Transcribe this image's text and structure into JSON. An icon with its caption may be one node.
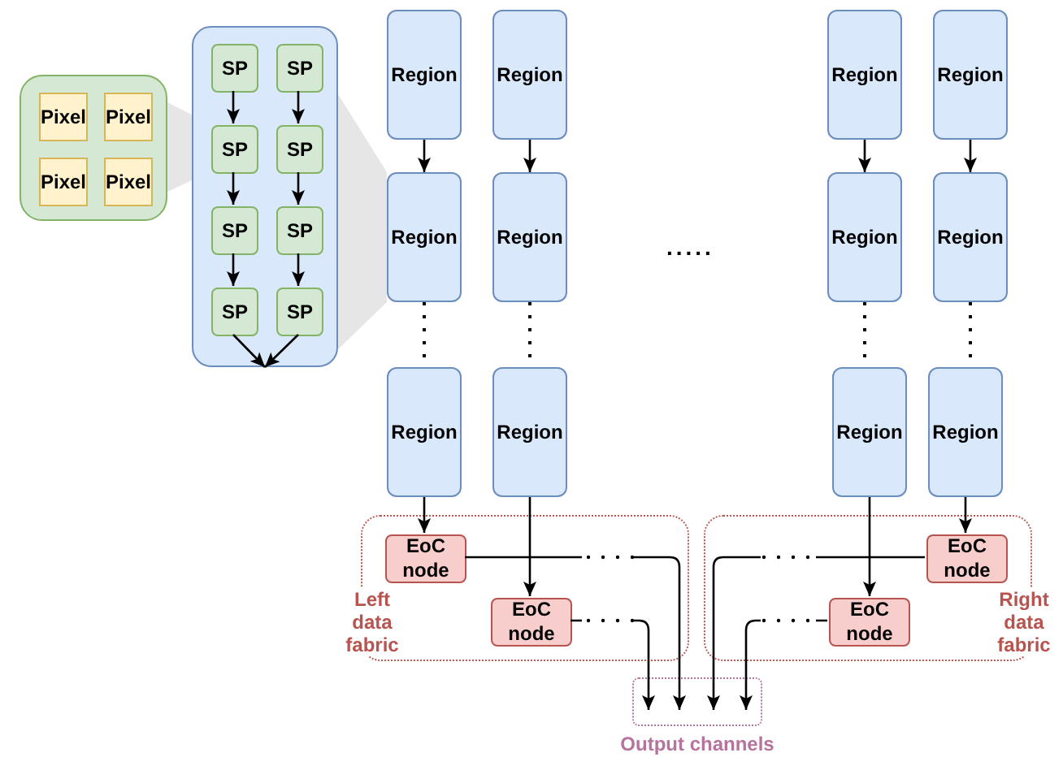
{
  "diagram": {
    "nodes": [
      {
        "text": [],
        "shape": "box"
      },
      {
        "text": [
          "Pixel"
        ],
        "in": 0
      },
      {
        "text": [
          "Pixel"
        ],
        "in": 0
      },
      {
        "text": [
          "Pixel"
        ],
        "in": 0
      },
      {
        "text": [
          "Pixel"
        ],
        "in": 0
      },
      {
        "text": [],
        "shape": "box"
      },
      {
        "text": [
          "SP"
        ],
        "in": 5
      },
      {
        "text": [
          "SP"
        ],
        "in": 5
      },
      {
        "text": [
          "SP"
        ],
        "in": 5
      },
      {
        "text": [
          "SP"
        ],
        "in": 5
      },
      {
        "text": [
          "SP"
        ],
        "in": 5
      },
      {
        "text": [
          "SP"
        ],
        "in": 5
      },
      {
        "text": [
          "SP"
        ],
        "in": 5
      },
      {
        "text": [
          "SP"
        ],
        "in": 5
      },
      {
        "text": [
          "Region"
        ]
      },
      {
        "text": [
          "Region"
        ]
      },
      {
        "text": [
          "Region"
        ]
      },
      {
        "text": [
          "Region"
        ]
      },
      {
        "text": [
          "Region"
        ]
      },
      {
        "text": [
          "Region"
        ]
      },
      {
        "text": [
          "Region"
        ]
      },
      {
        "text": [
          "Region"
        ]
      },
      {
        "text": [
          "Region"
        ]
      },
      {
        "text": [
          "Region"
        ]
      },
      {
        "text": [
          "Region"
        ]
      },
      {
        "text": [
          "Region"
        ]
      },
      {
        "text": [
          "Left data fabric"
        ]
      },
      {
        "text": [
          "EoC node"
        ],
        "in": 26
      },
      {
        "text": [
          "EoC node"
        ],
        "in": 26
      },
      {
        "text": [
          "Right data fabric"
        ]
      },
      {
        "text": [
          "EoC node"
        ],
        "in": 29
      },
      {
        "text": [
          "EoC node"
        ],
        "in": 29
      },
      {
        "text": [
          "Output channels"
        ]
      }
    ],
    "edges": [
      {
        "from": 6,
        "to": 8,
        "arrow": "to"
      },
      {
        "from": 8,
        "to": 10,
        "arrow": "to"
      },
      {
        "from": 10,
        "to": 12,
        "arrow": "to"
      },
      {
        "from": 7,
        "to": 9,
        "arrow": "to"
      },
      {
        "from": 9,
        "to": 11,
        "arrow": "to"
      },
      {
        "from": 11,
        "to": 13,
        "arrow": "to"
      },
      {
        "from": 12,
        "to": 5,
        "arrow": "to"
      },
      {
        "from": 13,
        "to": 5,
        "arrow": "to"
      },
      {
        "from": 14,
        "to": 18,
        "arrow": "to"
      },
      {
        "from": 15,
        "to": 19,
        "arrow": "to"
      },
      {
        "from": 16,
        "to": 20,
        "arrow": "to"
      },
      {
        "from": 17,
        "to": 21,
        "arrow": "to"
      },
      {
        "from": 18,
        "to": 22,
        "arrow": "none",
        "style": "dashed"
      },
      {
        "from": 19,
        "to": 23,
        "arrow": "none",
        "style": "dashed"
      },
      {
        "from": 20,
        "to": 24,
        "arrow": "none",
        "style": "dashed"
      },
      {
        "from": 21,
        "to": 25,
        "arrow": "none",
        "style": "dashed"
      },
      {
        "from": 22,
        "to": 27,
        "arrow": "to"
      },
      {
        "from": 23,
        "to": 28,
        "arrow": "to"
      },
      {
        "from": 24,
        "to": 31,
        "arrow": "to"
      },
      {
        "from": 25,
        "to": 30,
        "arrow": "to"
      },
      {
        "from": 27,
        "to": 32,
        "arrow": "to"
      },
      {
        "from": 28,
        "to": 32,
        "arrow": "to"
      },
      {
        "from": 30,
        "to": 32,
        "arrow": "to"
      },
      {
        "from": 31,
        "to": 32,
        "arrow": "to"
      }
    ],
    "labels": [
      "....."
    ]
  }
}
